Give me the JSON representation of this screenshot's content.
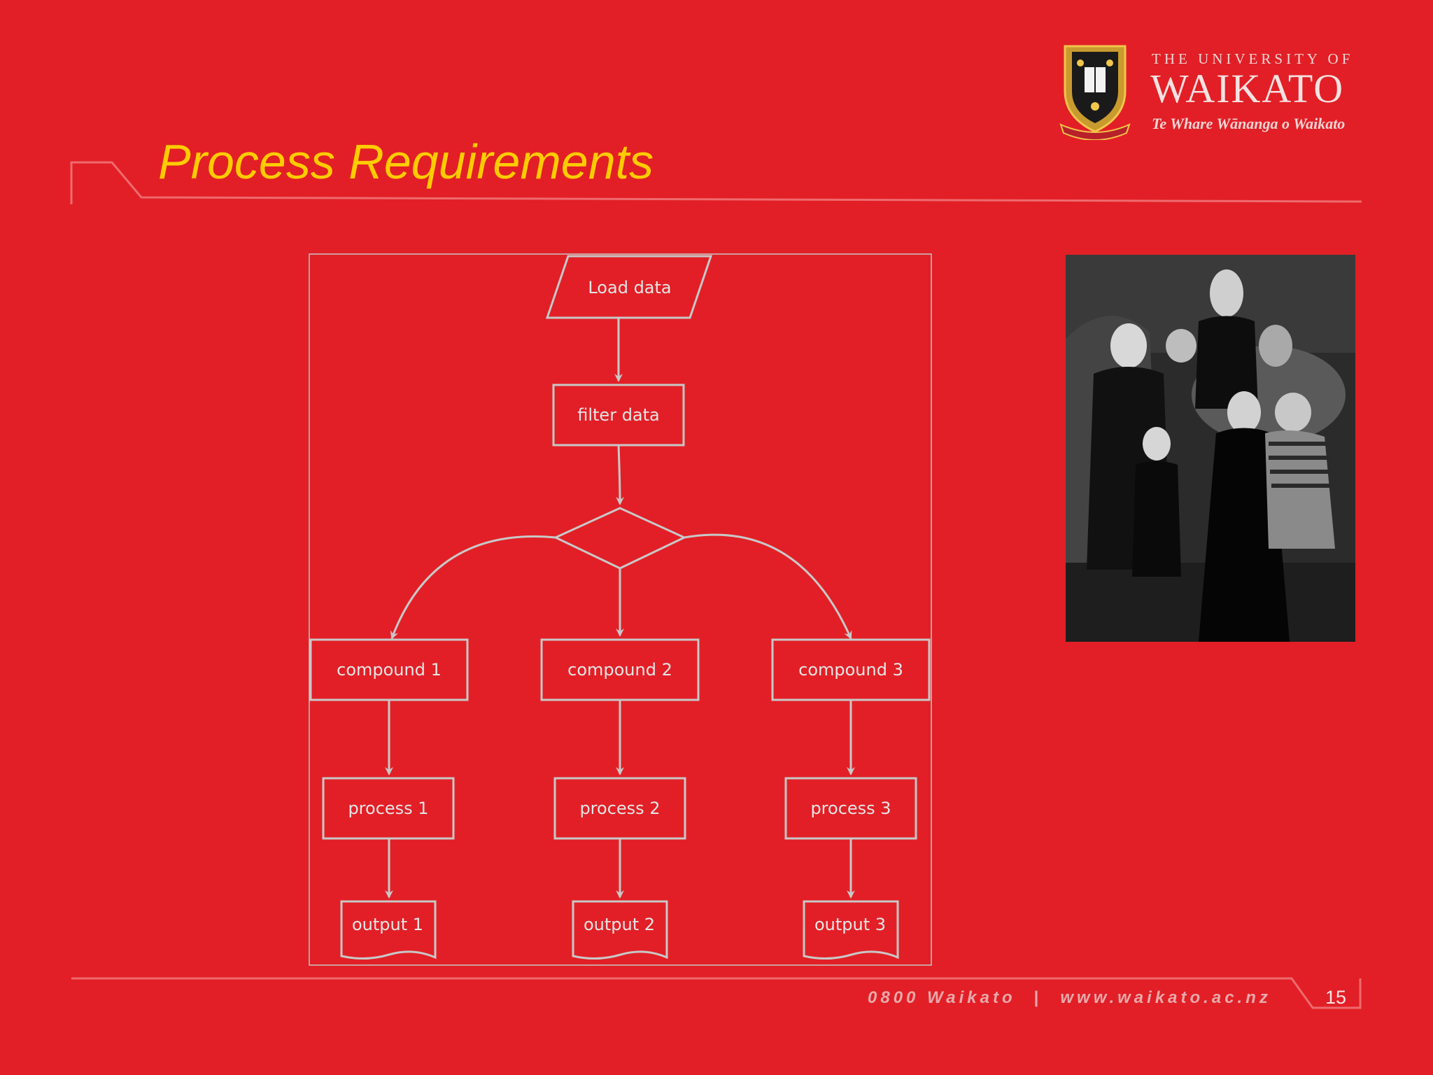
{
  "slide": {
    "title": "Process Requirements",
    "page_number": "15"
  },
  "logo": {
    "line1": "THE UNIVERSITY OF",
    "line2": "WAIKATO",
    "line3": "Te Whare Wānanga o Waikato",
    "crest_icon": "university-crest"
  },
  "footer": {
    "phone": "0800 Waikato",
    "separator": "|",
    "website": "www.waikato.ac.nz"
  },
  "flowchart": {
    "load": "Load data",
    "filter": "filter data",
    "compounds": [
      "compound 1",
      "compound 2",
      "compound 3"
    ],
    "processes": [
      "process 1",
      "process 2",
      "process 3"
    ],
    "outputs": [
      "output 1",
      "output 2",
      "output 3"
    ]
  },
  "colors": {
    "background": "#e21f26",
    "title": "#ffcc00",
    "diagram_stroke": "#c8c8c8"
  }
}
